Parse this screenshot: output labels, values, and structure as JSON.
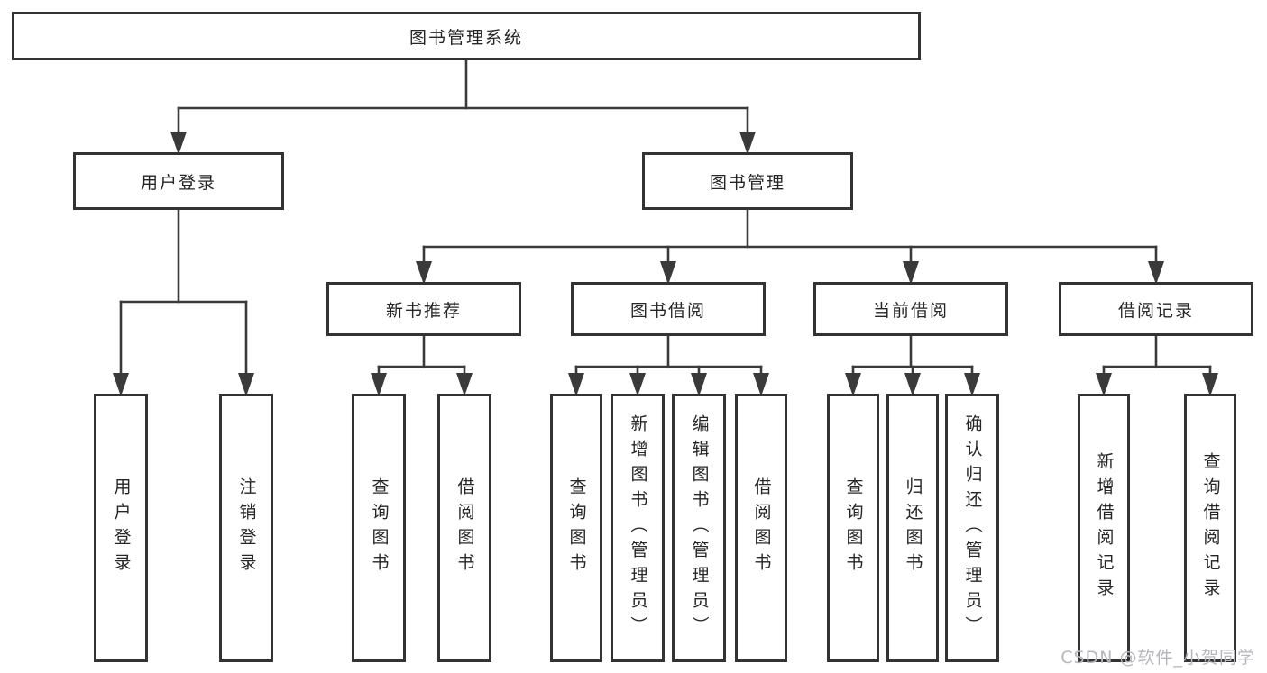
{
  "page": {
    "background_color": "#ffffff",
    "line_color": "#3a3a3a",
    "box_border_color": "#333333",
    "text_color": "#262626"
  },
  "watermark": {
    "text": "CSDN @软件_小贺同学",
    "color": "#b6b6bc"
  },
  "diagram": {
    "type": "hierarchy",
    "title": "图书管理系统",
    "nodes": [
      {
        "id": "root",
        "label": "图书管理系统",
        "parent": null
      },
      {
        "id": "user-login",
        "label": "用户登录",
        "parent": "root"
      },
      {
        "id": "book-mgmt",
        "label": "图书管理",
        "parent": "root"
      },
      {
        "id": "login",
        "label": "用户登录",
        "parent": "user-login"
      },
      {
        "id": "logout",
        "label": "注销登录",
        "parent": "user-login"
      },
      {
        "id": "new-book-rec",
        "label": "新书推荐",
        "parent": "book-mgmt"
      },
      {
        "id": "book-borrow",
        "label": "图书借阅",
        "parent": "book-mgmt"
      },
      {
        "id": "current-borrow",
        "label": "当前借阅",
        "parent": "book-mgmt"
      },
      {
        "id": "borrow-records",
        "label": "借阅记录",
        "parent": "book-mgmt"
      },
      {
        "id": "rec-query-books",
        "label": "查询图书",
        "parent": "new-book-rec"
      },
      {
        "id": "rec-borrow-books",
        "label": "借阅图书",
        "parent": "new-book-rec"
      },
      {
        "id": "bb-query-books",
        "label": "查询图书",
        "parent": "book-borrow"
      },
      {
        "id": "bb-add-books",
        "label": "新增图书（管理员）",
        "parent": "book-borrow"
      },
      {
        "id": "bb-edit-books",
        "label": "编辑图书（管理员）",
        "parent": "book-borrow"
      },
      {
        "id": "bb-borrow-books",
        "label": "借阅图书",
        "parent": "book-borrow"
      },
      {
        "id": "cb-query-books",
        "label": "查询图书",
        "parent": "current-borrow"
      },
      {
        "id": "cb-return-books",
        "label": "归还图书",
        "parent": "current-borrow"
      },
      {
        "id": "cb-confirm-return",
        "label": "确认归还（管理员）",
        "parent": "current-borrow"
      },
      {
        "id": "br-add-record",
        "label": "新增借阅记录",
        "parent": "borrow-records"
      },
      {
        "id": "br-query-record",
        "label": "查询借阅记录",
        "parent": "borrow-records"
      }
    ]
  }
}
